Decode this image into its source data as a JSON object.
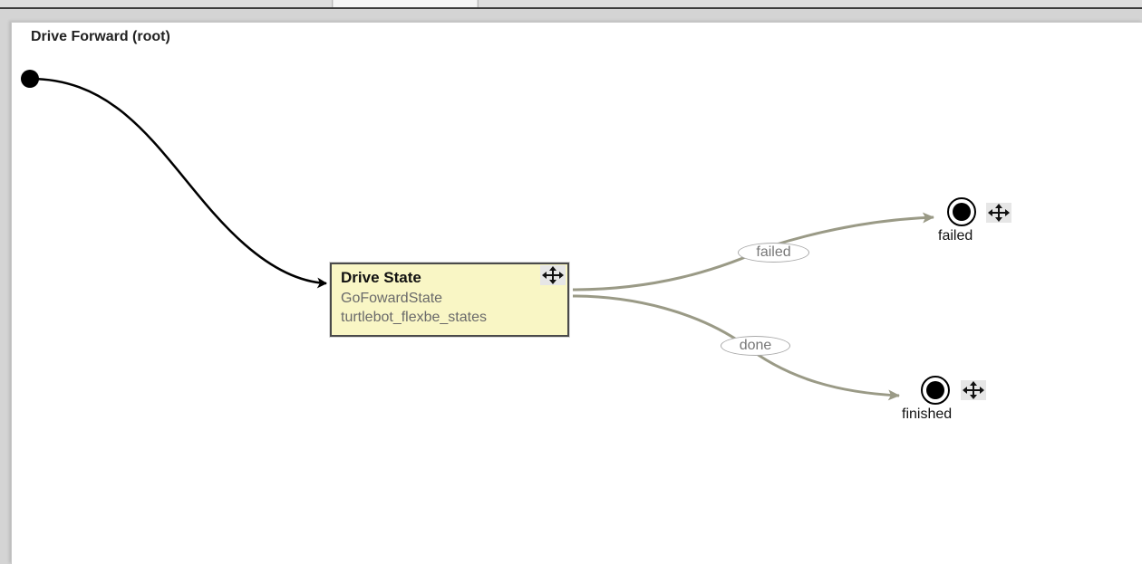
{
  "state_machine": {
    "title": "Drive Forward (root)"
  },
  "state": {
    "name": "Drive State",
    "class": "GoFowardState",
    "package": "turtlebot_flexbe_states"
  },
  "transitions": [
    {
      "label": "failed",
      "target": "failed"
    },
    {
      "label": "done",
      "target": "finished"
    }
  ],
  "outcomes": [
    {
      "label": "failed"
    },
    {
      "label": "finished"
    }
  ],
  "colors": {
    "state_fill": "#f9f6c5",
    "transition": "#9a9a86",
    "initial": "#000000"
  },
  "icons": {
    "move": "move-arrows-icon",
    "outcome": "outcome-target-icon",
    "initial": "initial-dot-icon"
  }
}
